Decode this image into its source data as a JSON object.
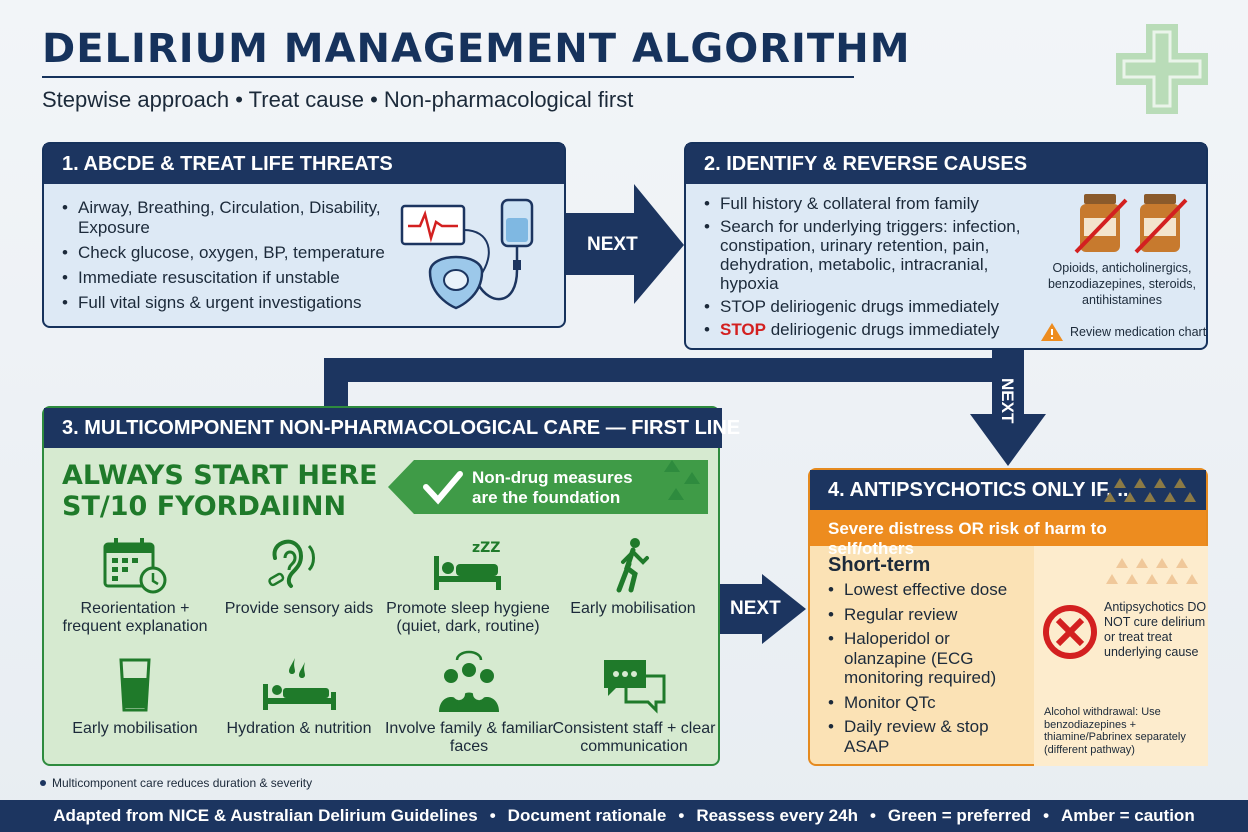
{
  "header": {
    "title": "DELIRIUM MANAGEMENT ALGORITHM",
    "subtitle": "Stepwise approach • Treat cause • Non-pharmacological first"
  },
  "arrows": {
    "next_1": "NEXT",
    "next_2": "NEXT",
    "next_3": "NEXT"
  },
  "step1": {
    "title": "1. ABCDE & TREAT LIFE THREATS",
    "items": [
      "Airway, Breathing, Circulation, Disability, Exposure",
      "Check glucose, oxygen, BP, temperature",
      "Immediate resuscitation if unstable",
      "Full vital signs & urgent investigations"
    ]
  },
  "step2": {
    "title": "2. IDENTIFY & REVERSE CAUSES",
    "items": [
      "Full history & collateral from family",
      "Search for underlying triggers: infection, constipation, urinary retention, pain, dehydration, metabolic, intracranial, hypoxia",
      "STOP deliriogenic drugs immediately"
    ],
    "stop_word": "STOP",
    "stop_rest": " deliriogenic drugs immediately",
    "drugs": "Opioids, anticholinergics, benzodiazepines, steroids, antihistamines",
    "review": "Review medication chart"
  },
  "step3": {
    "title": "3. MULTICOMPONENT NON-PHARMACOLOGICAL CARE — FIRST LINE",
    "always_line1": "ALWAYS START HERE",
    "always_line2": "ST/10 FYORDAIINN",
    "banner": "Non-drug measures are the foundation",
    "items": [
      "Reorientation + frequent explanation",
      "Provide sensory aids",
      "Promote sleep hygiene (quiet, dark, routine)",
      "Early mobilisation",
      "Early mobilisation",
      "Hydration & nutrition",
      "Involve family & familiar faces",
      "Consistent staff + clear communication"
    ],
    "footnote": "Multicomponent care reduces duration & severity"
  },
  "step4": {
    "title": "4. ANTIPSYCHOTICS ONLY IF. ..",
    "condition": "Severe distress OR risk of harm to self/others",
    "short_term": "Short-term",
    "items": [
      "Lowest effective dose",
      "Regular review",
      "Haloperidol or olanzapine (ECG monitoring required)",
      "Monitor QTc",
      "Daily review & stop ASAP"
    ],
    "antipsychotic_note": "Antipsychotics DO NOT cure delirium or treat treat underlying cause",
    "alcohol_note": "Alcohol withdrawal: Use benzodiazepines + thiamine/Pabrinex separately (different pathway)"
  },
  "footer": [
    "Adapted from NICE & Australian Delirium Guidelines",
    "Document rationale",
    "Reassess every 24h",
    "Green = preferred",
    "Amber = caution"
  ],
  "colors": {
    "navy": "#1c3560",
    "green": "#2e8b3e",
    "amber": "#ed8c1f",
    "red": "#d32020"
  }
}
